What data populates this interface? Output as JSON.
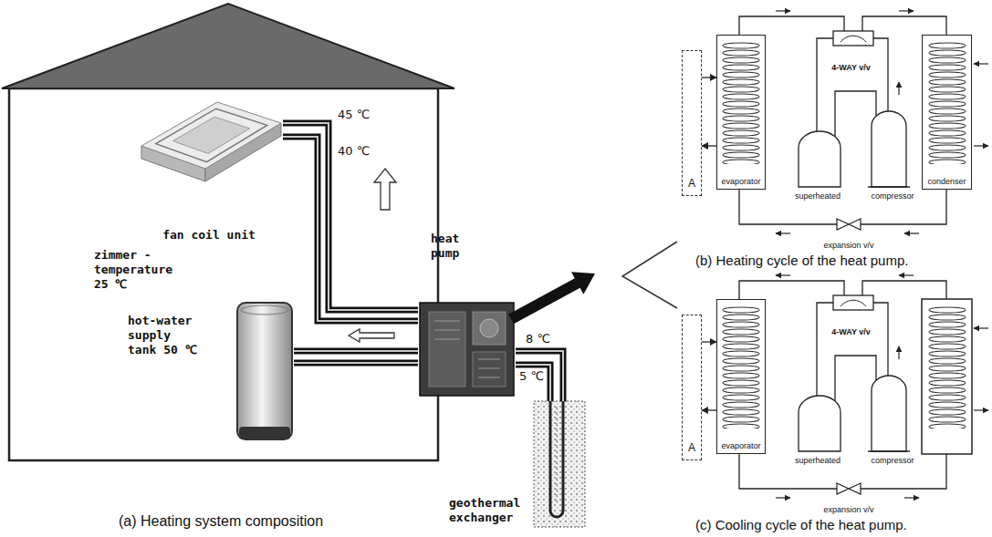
{
  "diagram": {
    "nodes": [
      {
        "text": [
          "fan coil unit"
        ]
      },
      {
        "text": [
          "hot-water supply tank 50 ℃"
        ]
      },
      {
        "text": [
          "heat pump"
        ]
      },
      {
        "text": [
          "geothermal exchanger"
        ]
      },
      {
        "text": [
          "A"
        ]
      },
      {
        "text": [
          "evaporator"
        ]
      },
      {
        "text": [
          "4-WAY v/v"
        ]
      },
      {
        "text": [
          "superheated"
        ]
      },
      {
        "text": [
          "compressor"
        ]
      },
      {
        "text": [
          "condenser"
        ]
      },
      {
        "text": [
          "expansion v/v"
        ]
      },
      {
        "text": [
          "A"
        ]
      },
      {
        "text": [
          "evaporator"
        ]
      },
      {
        "text": [
          "4-WAY v/v"
        ]
      },
      {
        "text": [
          "superheated"
        ]
      },
      {
        "text": [
          "compressor"
        ]
      },
      {
        "text": [
          "expansion v/v"
        ]
      }
    ],
    "edges": [
      {
        "from": 2,
        "to": 0,
        "label": "45 ℃",
        "arrow": "none"
      },
      {
        "from": 0,
        "to": 2,
        "label": "40 ℃",
        "arrow": "none"
      },
      {
        "from": 2,
        "to": 1,
        "arrow": "none"
      },
      {
        "from": 1,
        "to": 2,
        "arrow": "none"
      },
      {
        "from": 3,
        "to": 2,
        "label": "8 ℃",
        "arrow": "none"
      },
      {
        "from": 2,
        "to": 3,
        "label": "5 ℃",
        "arrow": "none"
      },
      {
        "from": 4,
        "to": 5,
        "arrow": "to"
      },
      {
        "from": 5,
        "to": 4,
        "arrow": "to"
      },
      {
        "from": 8,
        "to": 6,
        "arrow": "none"
      },
      {
        "from": 6,
        "to": 9,
        "arrow": "none"
      },
      {
        "from": 5,
        "to": 6,
        "arrow": "none"
      },
      {
        "from": 6,
        "to": 7,
        "arrow": "none"
      },
      {
        "from": 7,
        "to": 8,
        "arrow": "none"
      },
      {
        "from": 9,
        "to": 10,
        "arrow": "none"
      },
      {
        "from": 10,
        "to": 5,
        "arrow": "none"
      },
      {
        "from": 11,
        "to": 12,
        "arrow": "to"
      },
      {
        "from": 12,
        "to": 11,
        "arrow": "to"
      },
      {
        "from": 15,
        "to": 13,
        "arrow": "none"
      },
      {
        "from": 13,
        "to": 12,
        "arrow": "none"
      },
      {
        "from": 13,
        "to": 14,
        "arrow": "none"
      },
      {
        "from": 14,
        "to": 15,
        "arrow": "none"
      },
      {
        "from": 12,
        "to": 16,
        "arrow": "none"
      }
    ],
    "labels": [
      "zimmer -temperature 25 ℃",
      "(a) Heating system composition",
      "(b) Heating cycle of the heat pump.",
      "(c) Cooling cycle of the heat pump."
    ]
  }
}
